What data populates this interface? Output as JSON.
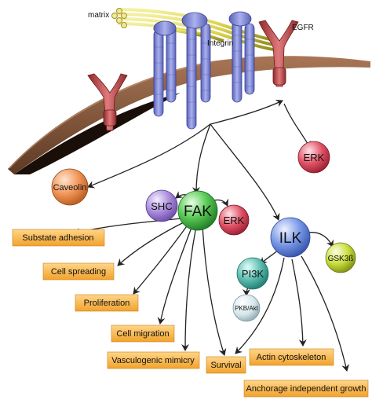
{
  "labels": {
    "matrix": "matrix",
    "integrin": "Integrin",
    "egfr": "EGFR"
  },
  "nodes": {
    "caveolin": "Caveolin",
    "erk_egfr": "ERK",
    "shc": "SHC",
    "fak": "FAK",
    "erk_fak": "ERK",
    "ilk": "ILK",
    "pi3k": "PI3K",
    "gsk3b": "GSK3ß",
    "pkb_akt": "PKB/Akt"
  },
  "outcomes": {
    "substrate_adhesion": "Substate adhesion",
    "cell_spreading": "Cell spreading",
    "proliferation": "Proliferation",
    "cell_migration": "Cell migration",
    "vasculogenic_mimicry": "Vasculogenic mimicry",
    "survival": "Survival",
    "actin_cytoskeleton": "Actin cytoskeleton",
    "anchorage_independent_growth": "Anchorage independent growth"
  },
  "colors": {
    "membrane": "#8a5a3c",
    "integrin": "#7f86d0",
    "egfr": "#c0464a",
    "matrix": "#e2dc5a",
    "box": "#f6b040",
    "caveolin": "#e9884a",
    "fak": "#53c25a",
    "shc": "#a58bd6",
    "erk": "#d8465c",
    "ilk": "#6f8fe0",
    "pi3k": "#58b7a8",
    "gsk3b": "#c5da3b",
    "pkb": "#d4e6ea"
  }
}
